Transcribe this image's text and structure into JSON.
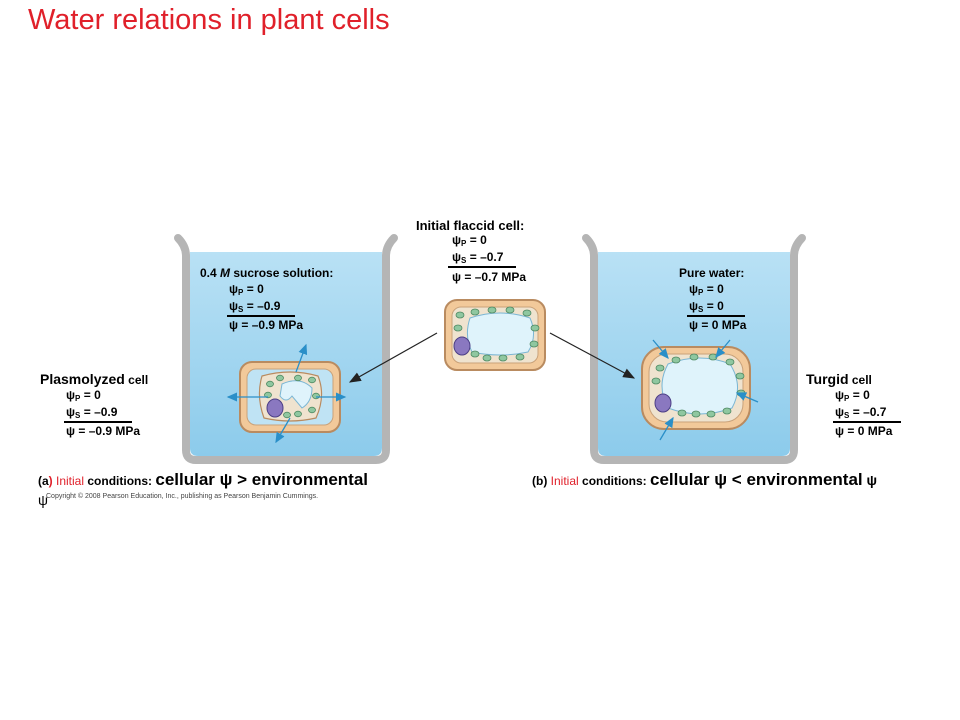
{
  "title": "Water relations in plant cells",
  "center": {
    "heading": "Initial flaccid cell:",
    "psi_p": "ψP =  0",
    "psi_s": "ψS = –0.7",
    "psi": "ψ  = –0.7 MPa"
  },
  "left_beaker": {
    "solution": "0.4 M sucrose solution:",
    "psi_p": "ψP =  0",
    "psi_s": "ψS = –0.9",
    "psi": "ψ  = –0.9 MPa"
  },
  "right_beaker": {
    "solution": "Pure water:",
    "psi_p": "ψP = 0",
    "psi_s": "ψS = 0",
    "psi": "ψ  = 0 MPa"
  },
  "plasmolyzed": {
    "label_main": "Plasmolyzed",
    "label_sub": " cell",
    "psi_p": "ψP =  0",
    "psi_s": "ψS = –0.9",
    "psi": "ψ  = –0.9 MPa"
  },
  "turgid": {
    "label_main": "Turgid",
    "label_sub": " cell",
    "psi_p": "ψP =  0",
    "psi_s": "ψS = –0.7",
    "psi": "ψ  =   0 MPa"
  },
  "caption_a": {
    "prefix": "(a",
    "close": ")",
    "initial": " Initial",
    "conditions": "  conditions: ",
    "statement": "cellular ψ > environmental",
    "wrap": "ψ"
  },
  "caption_b": {
    "prefix": "(b)",
    "initial": " Initial",
    "conditions": "  conditions: ",
    "statement": "cellular ψ < environmental",
    "tail": " ψ"
  },
  "copyright": "Copyright © 2008 Pearson Education, Inc., publishing as Pearson Benjamin Cummings.",
  "colors": {
    "title": "#e0202a",
    "water": "#9fd3ef",
    "cell_wall": "#f2c99a",
    "vacuole": "#dff3fb",
    "chloroplast": "#8fc7a0",
    "nucleus": "#8a78c0",
    "arrow_blue": "#2a8fc8"
  }
}
